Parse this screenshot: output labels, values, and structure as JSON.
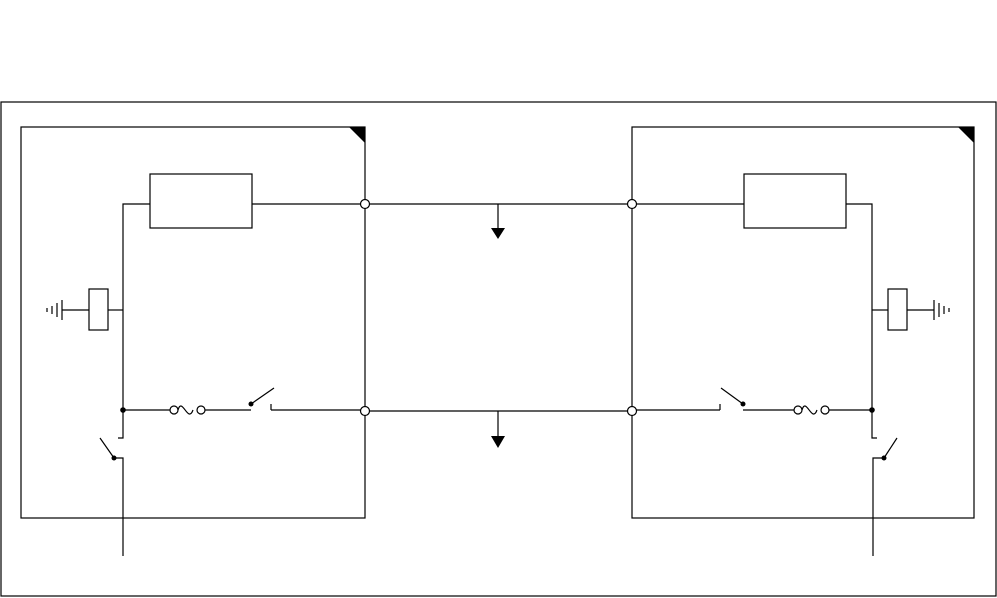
{
  "diagram": {
    "colors": {
      "background": "#ffffff",
      "line": "#000000",
      "node_fill": "#ffffff"
    },
    "components": {
      "left_panel": {
        "type": "enclosure",
        "marker": "filled-corner-triangle"
      },
      "right_panel": {
        "type": "enclosure",
        "marker": "filled-corner-triangle"
      },
      "left_component": {
        "type": "rectangle-block"
      },
      "right_component": {
        "type": "rectangle-block"
      },
      "left_ground": {
        "type": "ground-with-block"
      },
      "right_ground": {
        "type": "ground-with-block"
      },
      "left_fuse": {
        "type": "fuse"
      },
      "right_fuse": {
        "type": "fuse"
      },
      "left_switch": {
        "type": "open-switch"
      },
      "right_switch": {
        "type": "open-switch"
      },
      "left_input_switch": {
        "type": "open-switch"
      },
      "right_input_switch": {
        "type": "open-switch"
      },
      "top_bus": {
        "type": "bus-line",
        "tap": "downward-arrow"
      },
      "bottom_bus": {
        "type": "bus-line",
        "tap": "downward-arrow"
      }
    }
  }
}
